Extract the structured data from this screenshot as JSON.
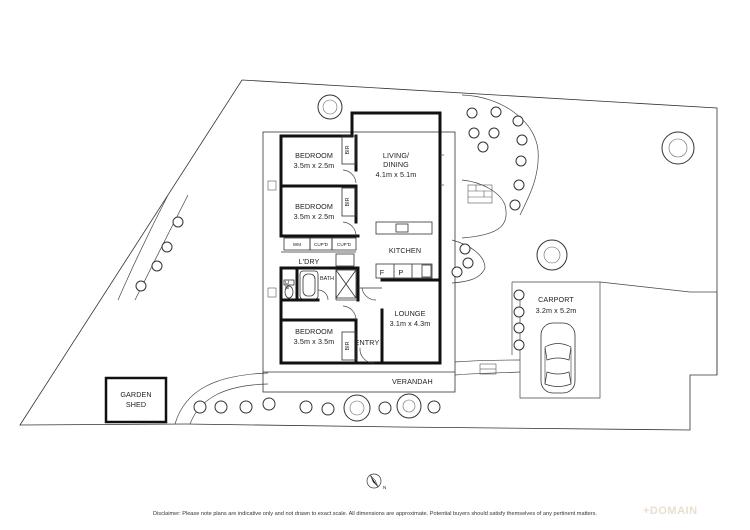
{
  "rooms": {
    "bedroom1": {
      "name": "BEDROOM",
      "size": "3.5m x 2.5m"
    },
    "bedroom2": {
      "name": "BEDROOM",
      "size": "3.5m x 2.5m"
    },
    "bedroom3": {
      "name": "BEDROOM",
      "size": "3.5m x 3.5m"
    },
    "living": {
      "name_line1": "LIVING/",
      "name_line2": "DINING",
      "size": "4.1m x 5.1m"
    },
    "kitchen": {
      "name": "KITCHEN"
    },
    "lounge": {
      "name": "LOUNGE",
      "size": "3.1m x 4.3m"
    },
    "laundry": {
      "name": "L'DRY"
    },
    "bath": {
      "name": "BATH"
    },
    "wc": {
      "name": "WC"
    },
    "entry": {
      "name": "ENTRY"
    },
    "verandah": {
      "name": "VERANDAH"
    },
    "carport": {
      "name": "CARPORT",
      "size": "3.2m x 5.2m"
    },
    "garden_shed": {
      "line1": "GARDEN",
      "line2": "SHED"
    }
  },
  "fixtures": {
    "bir": "BIR",
    "wm": "WM",
    "cupboard": "CUP'D",
    "fridge": "F",
    "pantry": "P"
  },
  "compass": {
    "label": "N"
  },
  "disclaimer": "Disclaimer: Please note plans are indicative only and not drawn to exact scale. All dimensions are approximate. Potential buyers should satisfy themselves of any pertinent matters.",
  "watermark": "+DOMAIN"
}
